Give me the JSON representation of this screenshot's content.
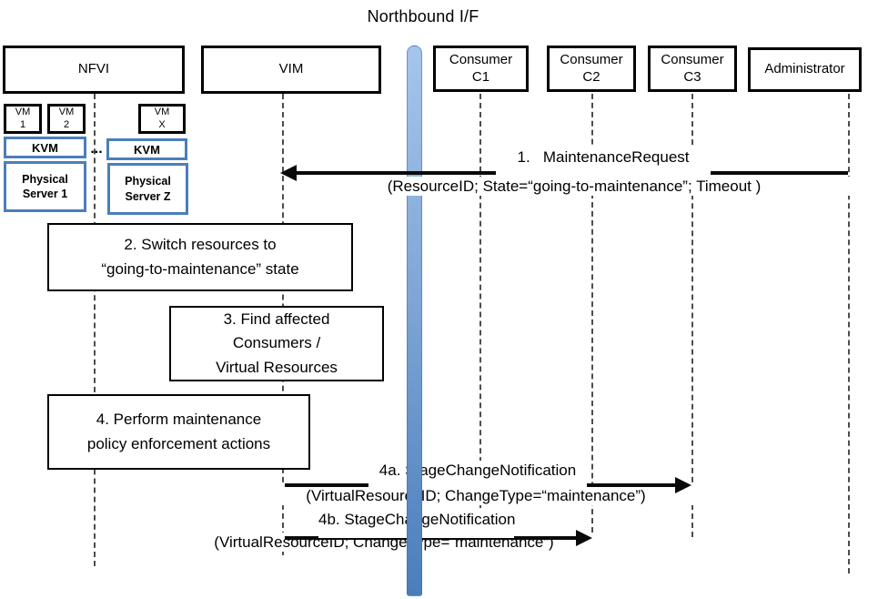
{
  "title": "Northbound I/F",
  "actors": {
    "nfvi": {
      "label": "NFVI"
    },
    "vim": {
      "label": "VIM"
    },
    "consumer_c1": {
      "line1": "Consumer",
      "line2": "C1"
    },
    "consumer_c2": {
      "line1": "Consumer",
      "line2": "C2"
    },
    "consumer_c3": {
      "line1": "Consumer",
      "line2": "C3"
    },
    "administrator": {
      "label": "Administrator"
    }
  },
  "infrastructure": {
    "vm1": {
      "line1": "VM",
      "line2": "1"
    },
    "vm2": {
      "line1": "VM",
      "line2": "2"
    },
    "vmx": {
      "line1": "VM",
      "line2": "X"
    },
    "kvm_left": {
      "label": "KVM"
    },
    "kvm_right": {
      "label": "KVM"
    },
    "ellipsis": "...",
    "server1": {
      "line1": "Physical",
      "line2": "Server 1"
    },
    "serverz": {
      "line1": "Physical",
      "line2": "Server Z"
    }
  },
  "steps": {
    "step2": {
      "line1": "2. Switch resources to",
      "line2": "“going-to-maintenance” state"
    },
    "step3": {
      "line1": "3. Find affected",
      "line2": "Consumers /",
      "line3": "Virtual Resources"
    },
    "step4": {
      "line1": "4. Perform maintenance",
      "line2": "policy enforcement actions"
    }
  },
  "messages": {
    "msg1": {
      "name": "1.   MaintenanceRequest",
      "params": "(ResourceID; State=“going-to-maintenance”; Timeout )"
    },
    "msg4a": {
      "name": "4a. StageChangeNotification",
      "params": "(VirtualResourceID; ChangeType=“maintenance”)"
    },
    "msg4b": {
      "name": "4b. StageChangeNotification",
      "params": "(VirtualResourceID; ChangeType=“maintenance”)"
    }
  },
  "colors": {
    "accent_blue": "#4A7EBB",
    "bar_gradient_top": "#A6C5EC",
    "bar_gradient_bottom": "#4A7EBB",
    "box_border": "#000000",
    "lifeline_gray": "#4d4d4d"
  }
}
